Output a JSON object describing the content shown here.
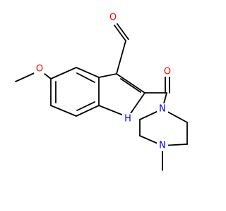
{
  "molecule": {
    "colors": {
      "bond": "#000000",
      "oxygen": "#ff0000",
      "nitrogen": "#0000ff",
      "background": "#ffffff"
    },
    "atom_labels": {
      "aldehyde_oxygen": "O",
      "methoxy_oxygen": "O",
      "carbonyl_oxygen": "O",
      "indole_nh": "H",
      "piperazine_n1": "N",
      "piperazine_n4": "N"
    }
  }
}
